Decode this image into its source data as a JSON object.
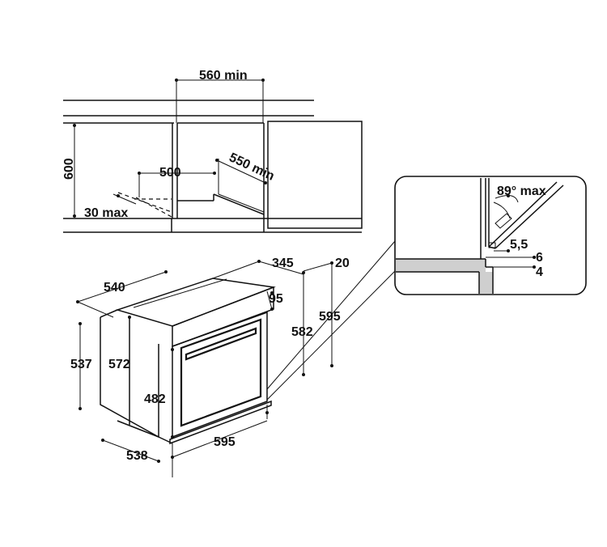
{
  "labels": {
    "niche_width": "560 min",
    "niche_height": "600",
    "niche_inner_width": "500",
    "niche_depth": "550 min",
    "back_gap": "30 max",
    "oven_depth_total": "540",
    "oven_side_height": "537",
    "oven_front_height": "572",
    "oven_body_depth": "538",
    "oven_front_width": "595",
    "door_height": "482",
    "top_depth": "345",
    "top_offset": "20",
    "panel_offset": "95",
    "front_height_inner": "582",
    "front_height_total": "595",
    "door_angle": "89° max",
    "detail_a": "5,5",
    "detail_b": "6",
    "detail_c": "4"
  },
  "colors": {
    "line": "#111111",
    "fill_grey": "#cfcfcf",
    "panel": "#ffffff"
  }
}
